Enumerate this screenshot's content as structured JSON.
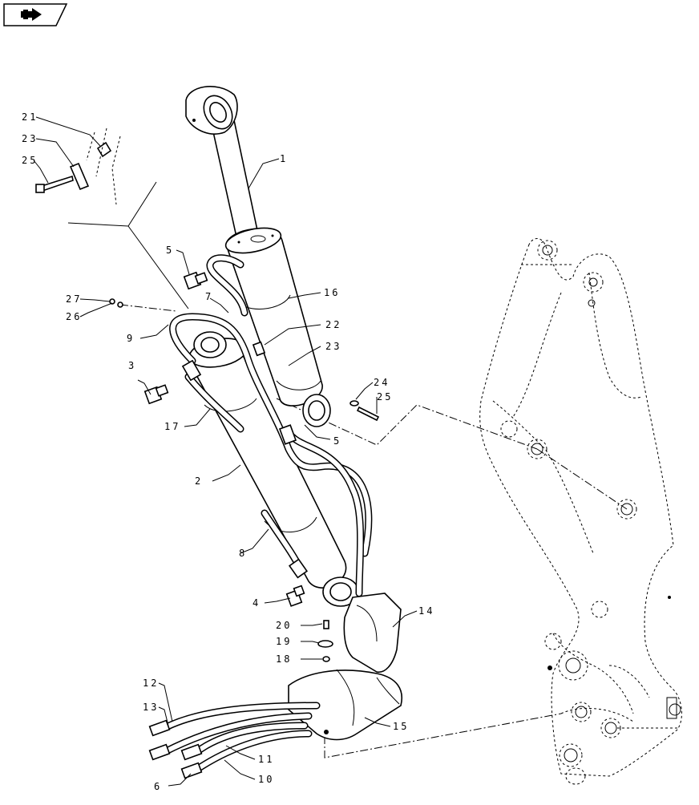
{
  "nav_icon": {
    "name": "next-page-arrow-icon"
  },
  "callouts": [
    {
      "id": "c1",
      "label": "1"
    },
    {
      "id": "c2",
      "label": "2"
    },
    {
      "id": "c3",
      "label": "3"
    },
    {
      "id": "c4",
      "label": "4"
    },
    {
      "id": "c5a",
      "label": "5"
    },
    {
      "id": "c5b",
      "label": "5"
    },
    {
      "id": "c6",
      "label": "6"
    },
    {
      "id": "c7",
      "label": "7"
    },
    {
      "id": "c8",
      "label": "8"
    },
    {
      "id": "c9",
      "label": "9"
    },
    {
      "id": "c10",
      "label": "10"
    },
    {
      "id": "c11",
      "label": "11"
    },
    {
      "id": "c12",
      "label": "12"
    },
    {
      "id": "c13",
      "label": "13"
    },
    {
      "id": "c14",
      "label": "14"
    },
    {
      "id": "c15",
      "label": "15"
    },
    {
      "id": "c16",
      "label": "16"
    },
    {
      "id": "c17",
      "label": "17"
    },
    {
      "id": "c18",
      "label": "18"
    },
    {
      "id": "c19",
      "label": "19"
    },
    {
      "id": "c20",
      "label": "20"
    },
    {
      "id": "c21",
      "label": "21"
    },
    {
      "id": "c22",
      "label": "22"
    },
    {
      "id": "c23a",
      "label": "23"
    },
    {
      "id": "c23b",
      "label": "23"
    },
    {
      "id": "c24",
      "label": "24"
    },
    {
      "id": "c25a",
      "label": "25"
    },
    {
      "id": "c25b",
      "label": "25"
    },
    {
      "id": "c26",
      "label": "26"
    },
    {
      "id": "c27",
      "label": "27"
    }
  ]
}
